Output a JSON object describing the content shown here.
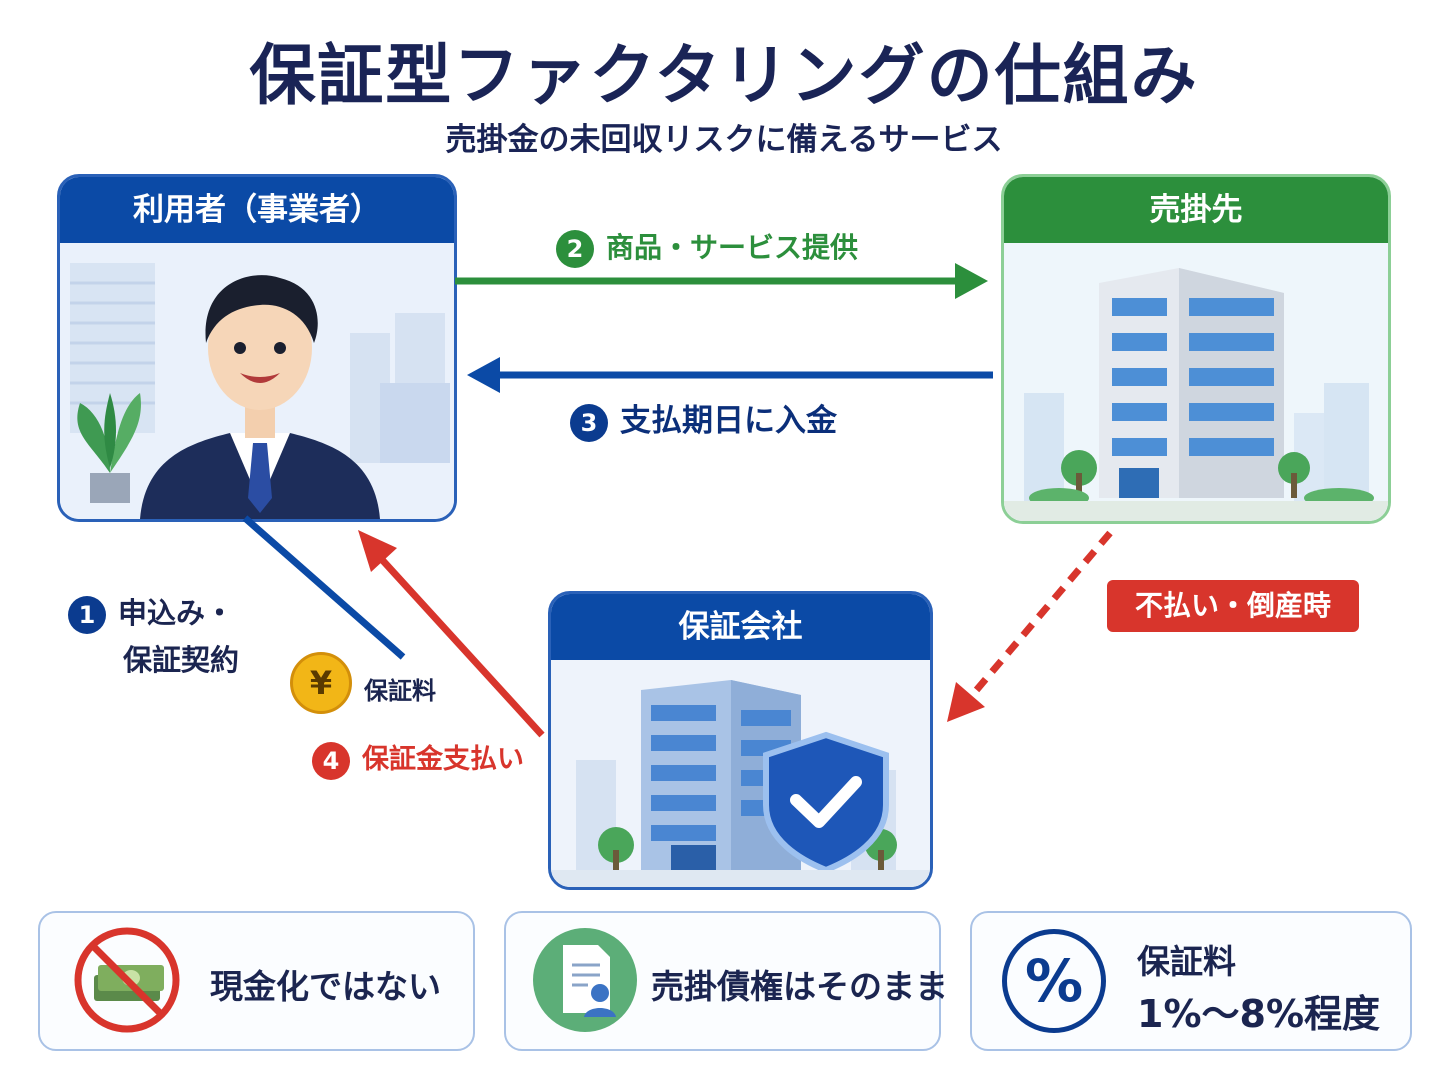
{
  "title": "保証型ファクタリングの仕組み",
  "subtitle": "売掛金の未回収リスクに備えるサービス",
  "nodes": {
    "user": "利用者（事業者）",
    "customer": "売掛先",
    "guarantor": "保証会社"
  },
  "flows": {
    "step1_num": "1",
    "step1_line1": "申込み・",
    "step1_line2": "保証契約",
    "fee_symbol": "¥",
    "fee_label": "保証料",
    "step2_num": "2",
    "step2_label": "商品・サービス提供",
    "step3_num": "3",
    "step3_label": "支払期日に入金",
    "step4_num": "4",
    "step4_label": "保証金支払い",
    "default_label": "不払い・倒産時"
  },
  "features": [
    {
      "text": "現金化ではない"
    },
    {
      "text": "売掛債権はそのまま"
    },
    {
      "line1": "保証料",
      "line2": "1%〜8%程度",
      "icon_symbol": "%"
    }
  ],
  "colors": {
    "navy": "#0b4aa6",
    "green": "#2c8f3c",
    "red": "#d8352c"
  }
}
